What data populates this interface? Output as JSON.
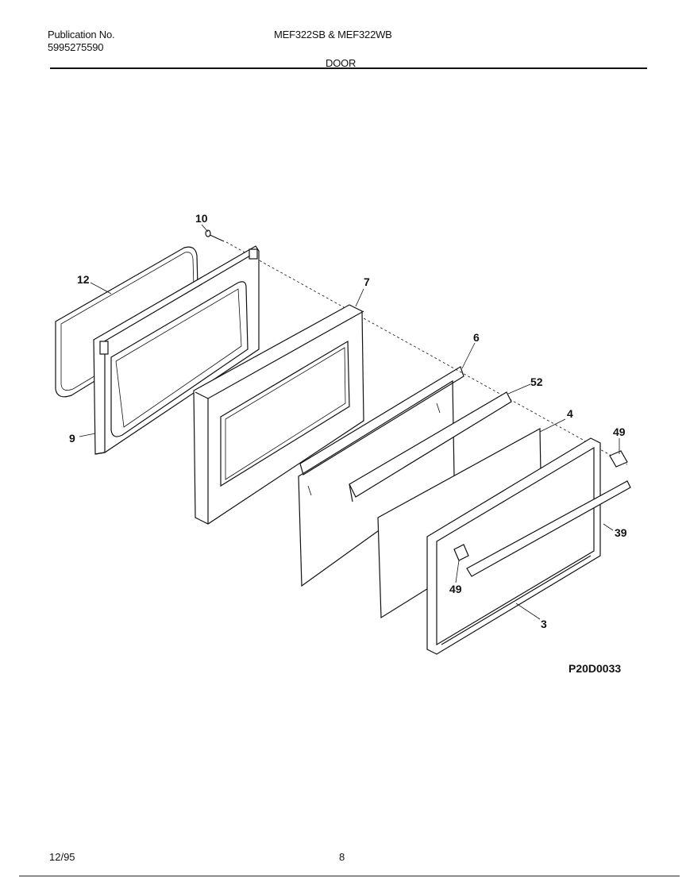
{
  "header": {
    "publication_label": "Publication No.",
    "publication_number": "5995275590",
    "models": "MEF322SB & MEF322WB",
    "section": "DOOR"
  },
  "callouts": {
    "c10": "10",
    "c12": "12",
    "c7": "7",
    "c6": "6",
    "c52": "52",
    "c4": "4",
    "c49a": "49",
    "c39": "39",
    "c49b": "49",
    "c3": "3",
    "c9": "9"
  },
  "figure_code": "P20D0033",
  "footer": {
    "date": "12/95",
    "page": "8"
  }
}
